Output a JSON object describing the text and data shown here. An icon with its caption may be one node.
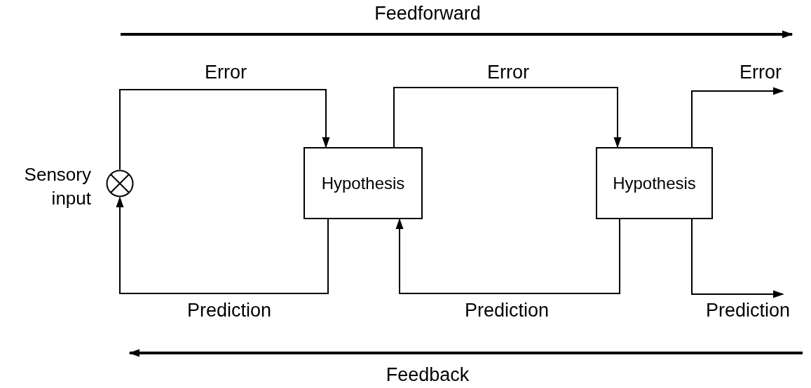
{
  "diagram": {
    "nodes": [
      {
        "text": [],
        "shape": "circle",
        "beside": [
          "Sensory input"
        ]
      },
      {
        "text": [
          "Hypothesis"
        ]
      },
      {
        "text": [
          "Hypothesis"
        ]
      }
    ],
    "edges": [
      {
        "from": 0,
        "to": 1,
        "arrow": "to",
        "label": "Error"
      },
      {
        "from": 1,
        "to": 0,
        "arrow": "to",
        "label": "Prediction"
      },
      {
        "from": 1,
        "to": 2,
        "arrow": "to",
        "label": "Error"
      },
      {
        "from": 2,
        "to": 1,
        "arrow": "to",
        "label": "Prediction"
      },
      {
        "from": 2,
        "to": null,
        "arrow": "to",
        "label": "Error"
      },
      {
        "from": 2,
        "to": null,
        "arrow": "to",
        "label": "Prediction"
      }
    ],
    "labels": [
      "Feedforward",
      "Feedback"
    ]
  }
}
